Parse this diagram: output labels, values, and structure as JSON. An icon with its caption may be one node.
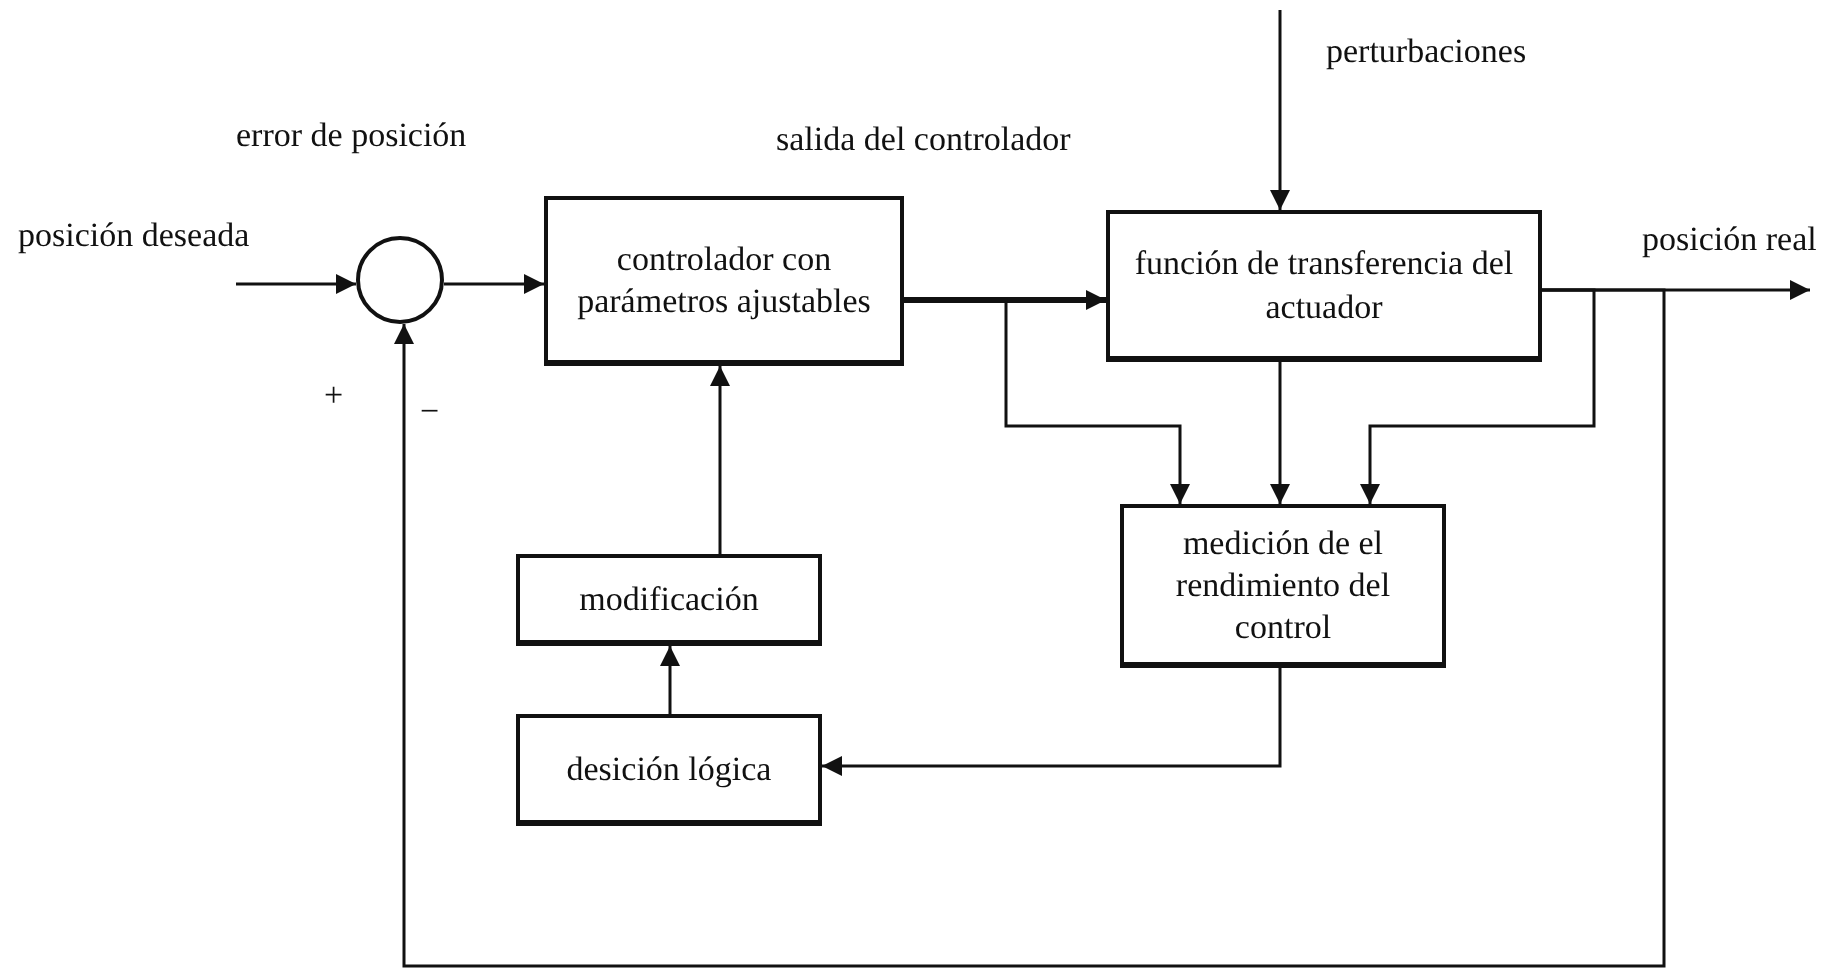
{
  "diagram": {
    "nodes": [
      {
        "text": [],
        "shape": "circle"
      },
      {
        "text": [
          "controlador con parámetros ajustables"
        ]
      },
      {
        "text": [
          "función de transferencia del actuador"
        ]
      },
      {
        "text": [
          "medición de el rendimiento del control"
        ]
      },
      {
        "text": [
          "modificación"
        ]
      },
      {
        "text": [
          "desición lógica"
        ]
      }
    ],
    "edges": [
      {
        "from": null,
        "to": 0,
        "arrow": "to",
        "label": "posición deseada"
      },
      {
        "from": 0,
        "to": 1,
        "arrow": "to"
      },
      {
        "from": 1,
        "to": 2,
        "arrow": "to",
        "style": "thick"
      },
      {
        "from": null,
        "to": 2,
        "arrow": "to",
        "label": "perturbaciones"
      },
      {
        "from": 2,
        "to": null,
        "arrow": "to",
        "label": "posición real"
      },
      {
        "from": 2,
        "to": 0,
        "arrow": "to"
      },
      {
        "from": 1,
        "to": 3,
        "arrow": "to"
      },
      {
        "from": 2,
        "to": 3,
        "arrow": "to"
      },
      {
        "from": 2,
        "to": 3,
        "arrow": "to"
      },
      {
        "from": 3,
        "to": 5,
        "arrow": "to"
      },
      {
        "from": 5,
        "to": 4,
        "arrow": "to"
      },
      {
        "from": 4,
        "to": 1,
        "arrow": "to"
      }
    ],
    "labels": [
      "error de posición",
      "salida del controlador",
      "+",
      "−"
    ]
  }
}
